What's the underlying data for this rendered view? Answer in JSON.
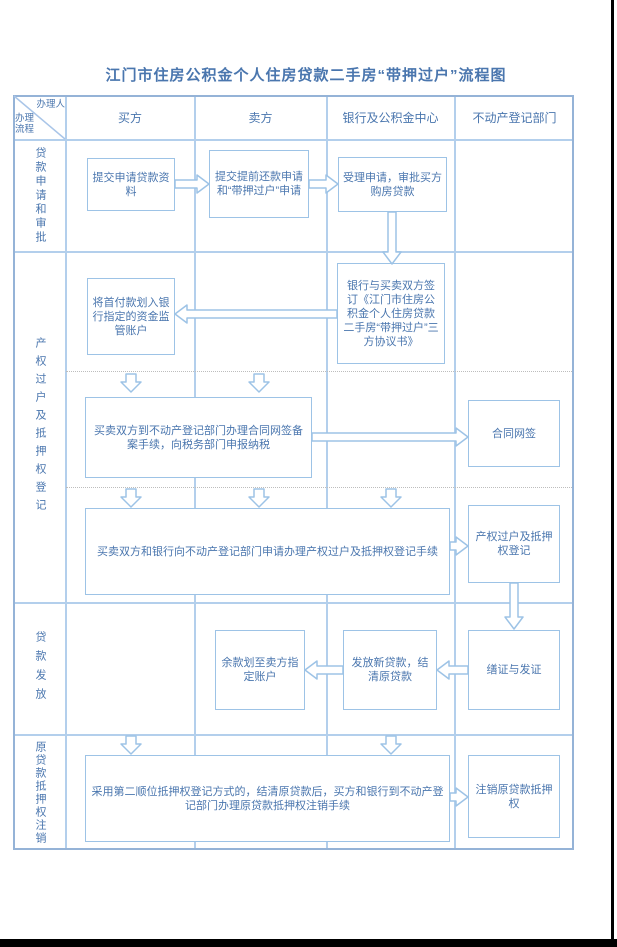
{
  "page": {
    "title": "江门市住房公积金个人住房贷款二手房“带押过户”流程图",
    "colors": {
      "accent_text": "#4a76ae",
      "box_border": "#9dc3e6",
      "grid_line": "#b3cfec",
      "frame": "#95b3d7"
    }
  },
  "header": {
    "corner": {
      "top_right": "办理人",
      "bottom_left": "办理流程"
    },
    "columns": [
      {
        "label": "买方"
      },
      {
        "label": "卖方"
      },
      {
        "label": "银行及公积金中心"
      },
      {
        "label": "不动产登记部门"
      }
    ]
  },
  "lanes": [
    {
      "label": "贷款申请和审批"
    },
    {
      "label": "产权过户及抵押权登记"
    },
    {
      "label": "贷款发放"
    },
    {
      "label": "原贷款抵押权注销"
    }
  ],
  "boxes": {
    "submit_loan_docs": "提交申请贷款资料",
    "prepay_apply": "提交提前还款申请和“带押过户”申请",
    "accept_approve": "受理申请，审批买方购房贷款",
    "sign_agreement": "银行与买卖双方签订《江门市住房公积金个人住房贷款二手房“带押过户”三方协议书》",
    "down_payment": "将首付款划入银行指定的资金监管账户",
    "netsign_filing": "买卖双方到不动产登记部门办理合同网签备案手续，向税务部门申报纳税",
    "contract_netsign": "合同网签",
    "transfer_apply": "买卖双方和银行向不动产登记部门申请办理产权过户及抵押权登记手续",
    "transfer_reg": "产权过户及抵押权登记",
    "issue_cert": "缮证与发证",
    "new_loan": "发放新贷款，结清原贷款",
    "balance_to_seller": "余款划至卖方指定账户",
    "cancel_procedure": "采用第二顺位抵押权登记方式的，结清原贷款后，买方和银行到不动产登记部门办理原贷款抵押权注销手续",
    "cancel_mortgage": "注销原贷款抵押权"
  }
}
